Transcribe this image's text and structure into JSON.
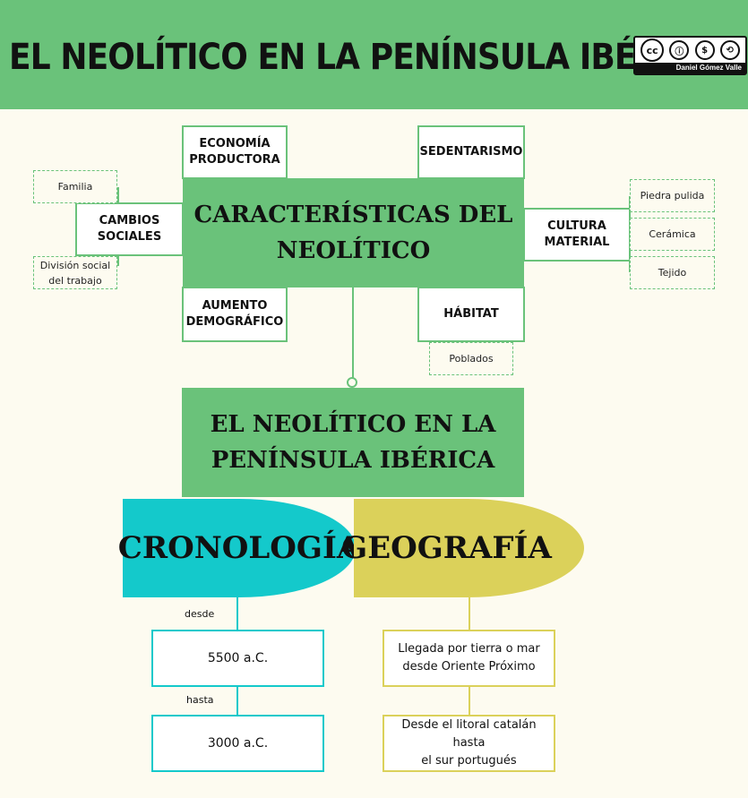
{
  "header": {
    "title": "EL NEOLÍTICO EN LA PENÍNSULA IBÉRICA",
    "license": {
      "icons": [
        "cc",
        "by",
        "nc",
        "sa"
      ],
      "glyphs": [
        "cc",
        "ⓘ",
        "$",
        "⟲"
      ],
      "author": "Daniel Gómez Valle"
    }
  },
  "center": {
    "title_line1": "CARACTERÍSTICAS DEL",
    "title_line2": "NEOLÍTICO"
  },
  "branches": {
    "economia": {
      "line1": "ECONOMÍA",
      "line2": "PRODUCTORA"
    },
    "sedentarismo": {
      "label": "SEDENTARISMO"
    },
    "cambios": {
      "line1": "CAMBIOS",
      "line2": "SOCIALES",
      "items": [
        "Familia",
        "División social",
        "del trabajo"
      ]
    },
    "cultura": {
      "line1": "CULTURA",
      "line2": "MATERIAL",
      "items": [
        "Piedra pulida",
        "Cerámica",
        "Tejido"
      ]
    },
    "aumento": {
      "line1": "AUMENTO",
      "line2": "DEMOGRÁFICO"
    },
    "habitat": {
      "label": "HÁBITAT",
      "items": [
        "Poblados"
      ]
    }
  },
  "peninsula": {
    "line1": "EL NEOLÍTICO EN LA",
    "line2": "PENÍNSULA IBÉRICA"
  },
  "cronologia": {
    "label": "CRONOLOGÍA",
    "desde": "desde",
    "start": "5500 a.C.",
    "hasta": "hasta",
    "end": "3000 a.C."
  },
  "geografia": {
    "label": "GEOGRAFÍA",
    "item1_line1": "Llegada por tierra o mar",
    "item1_line2": "desde Oriente Próximo",
    "item2_line1": "Desde el litoral catalán hasta",
    "item2_line2": "el sur portugués"
  },
  "colors": {
    "green": "#6ac27a",
    "cyan": "#14c9cb",
    "yellow": "#dbd15a",
    "background": "#fdfbf0"
  }
}
